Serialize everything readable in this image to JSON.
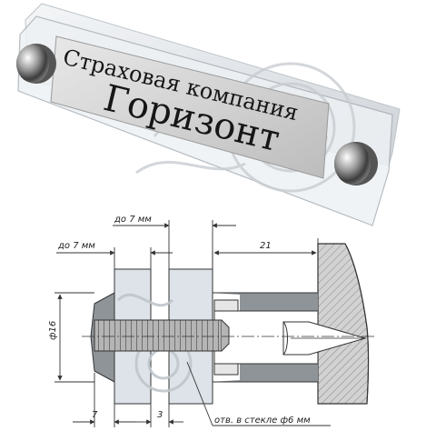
{
  "plate": {
    "company_line": "Страховая компания",
    "name_line": "Горизонт"
  },
  "drawing": {
    "dim_top": "до 7 мм",
    "dim_left": "до 7 мм",
    "dim_length": "21",
    "dim_diameter": "ф16",
    "dim_bottom_left": "7",
    "dim_bottom_gap": "3",
    "hole_note": "отв. в стекле ф6 мм"
  },
  "colors": {
    "glass": "#d8dde2",
    "standoff": "#9aa0a6",
    "wall": "#c4c4c4",
    "line": "#333333"
  }
}
